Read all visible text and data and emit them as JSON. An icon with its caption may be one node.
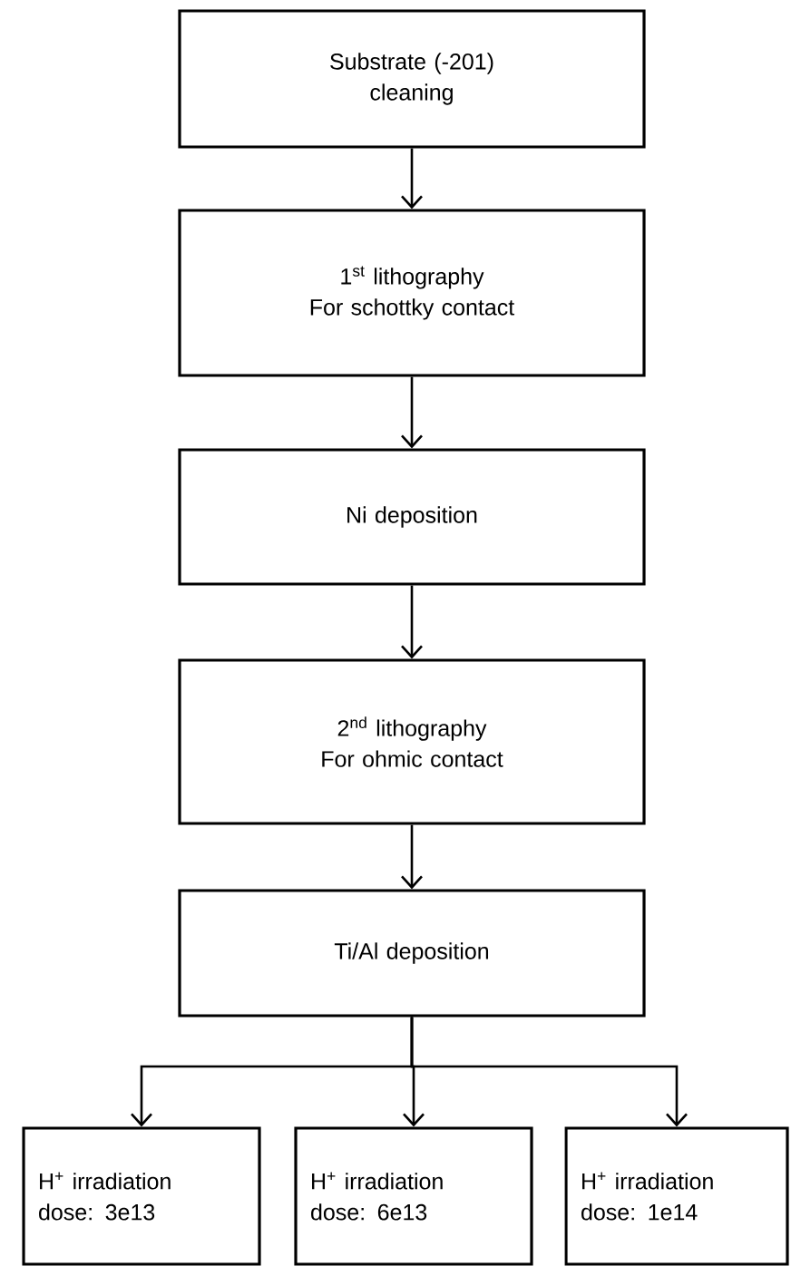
{
  "diagram": {
    "nodes": [
      {
        "text": [
          "Substrate (-201)",
          "cleaning"
        ]
      },
      {
        "text": [
          "1$^{st}$ lithography",
          "For schottky contact"
        ]
      },
      {
        "text": [
          "Ni deposition"
        ]
      },
      {
        "text": [
          "2$^{nd}$ lithography",
          "For ohmic contact"
        ]
      },
      {
        "text": [
          "Ti/Al deposition"
        ]
      },
      {
        "text": [
          "H$^{+}$ irradiation",
          "dose: 3e13"
        ]
      },
      {
        "text": [
          "H$^{+}$ irradiation",
          "dose: 6e13"
        ]
      },
      {
        "text": [
          "H$^{+}$ irradiation",
          "dose: 1e14"
        ]
      }
    ],
    "edges": [
      {
        "from": 0,
        "to": 1,
        "arrow": "to"
      },
      {
        "from": 1,
        "to": 2,
        "arrow": "to"
      },
      {
        "from": 2,
        "to": 3,
        "arrow": "to"
      },
      {
        "from": 3,
        "to": 4,
        "arrow": "to"
      },
      {
        "from": 4,
        "to": 5,
        "arrow": "to"
      },
      {
        "from": 4,
        "to": 6,
        "arrow": "to"
      },
      {
        "from": 4,
        "to": 7,
        "arrow": "to"
      }
    ]
  }
}
